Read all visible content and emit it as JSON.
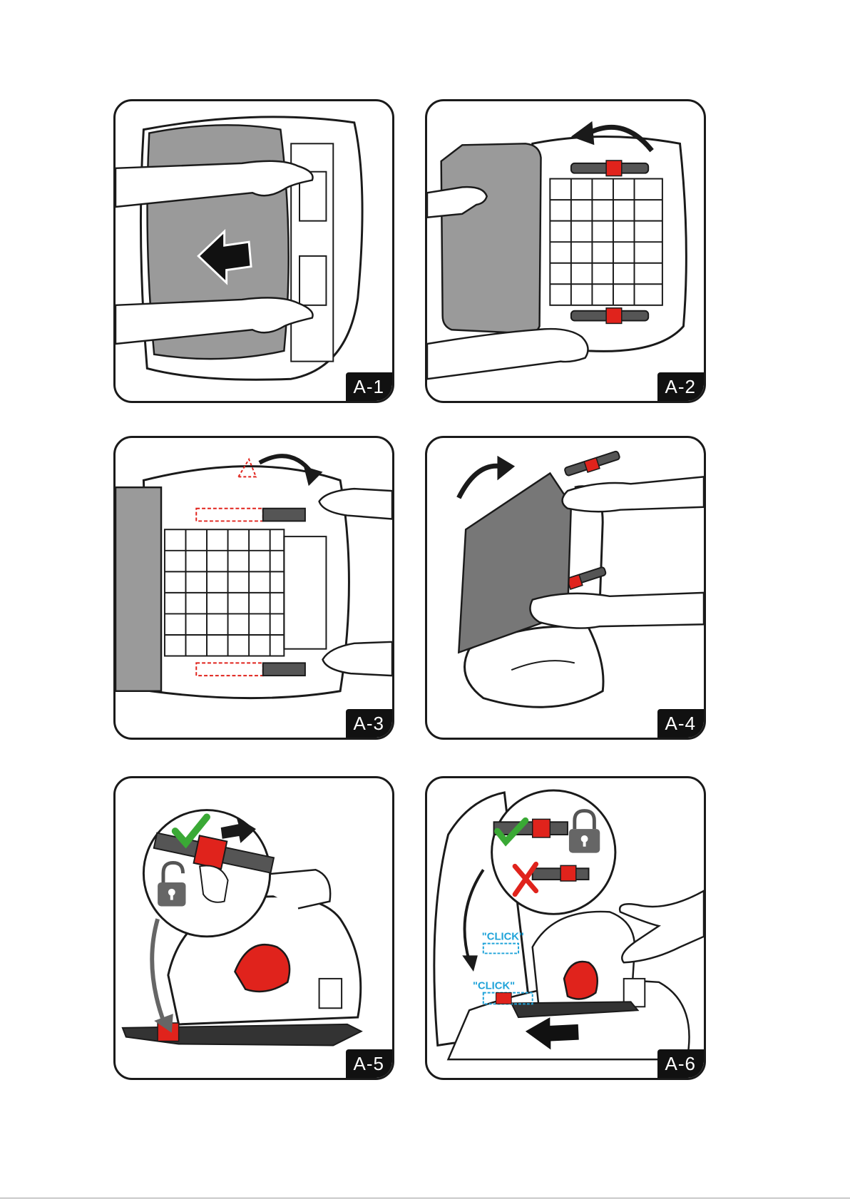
{
  "steps": [
    {
      "label": "A-1"
    },
    {
      "label": "A-2"
    },
    {
      "label": "A-3"
    },
    {
      "label": "A-4"
    },
    {
      "label": "A-5"
    },
    {
      "label": "A-6"
    }
  ],
  "click_texts": [
    "\"CLICK\"",
    "\"CLICK\""
  ],
  "colors": {
    "outline": "#1a1a1a",
    "seat_gray": "#9a9a9a",
    "dark_gray": "#555555",
    "latch_red": "#e0231c",
    "check_green": "#3aa935",
    "click_blue": "#1fa3d9",
    "skin": "#ffffff"
  },
  "icons": [
    "arrow-left-icon",
    "curved-arrow-icon",
    "padlock-open-icon",
    "padlock-closed-icon",
    "checkmark-icon",
    "cross-icon"
  ]
}
